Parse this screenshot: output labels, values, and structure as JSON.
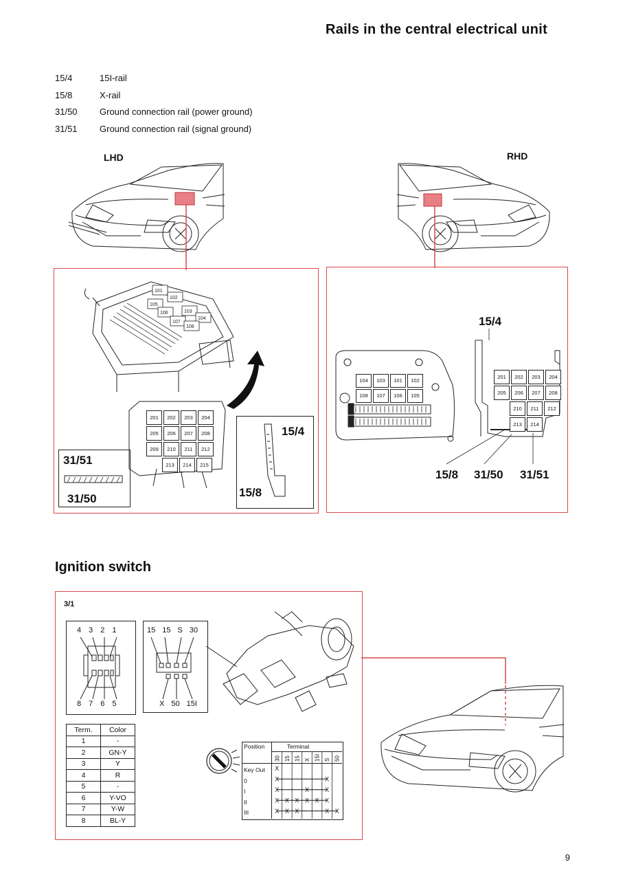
{
  "page": {
    "title": "Rails in the central electrical unit",
    "page_number": "9"
  },
  "legend": [
    {
      "code": "15/4",
      "desc": "15I-rail"
    },
    {
      "code": "15/8",
      "desc": "X-rail"
    },
    {
      "code": "31/50",
      "desc": "Ground connection rail (power ground)"
    },
    {
      "code": "31/51",
      "desc": "Ground connection rail (signal ground)"
    }
  ],
  "lhd": {
    "heading": "LHD",
    "relays_top": [
      "101",
      "102",
      "103",
      "104",
      "105",
      "106",
      "107",
      "108"
    ],
    "fuse_rows": [
      [
        "201",
        "202",
        "203",
        "204"
      ],
      [
        "205",
        "206",
        "207",
        "208"
      ],
      [
        "209",
        "210",
        "211",
        "212"
      ],
      [
        "213",
        "214",
        "215"
      ]
    ],
    "labels": {
      "rail_15_4": "15/4",
      "rail_15_8": "15/8",
      "rail_31_51": "31/51",
      "rail_31_50": "31/50"
    }
  },
  "rhd": {
    "heading": "RHD",
    "relay_rows": [
      [
        "104",
        "103",
        "101",
        "102"
      ],
      [
        "108",
        "107",
        "106",
        "105"
      ]
    ],
    "fuse_rows": [
      [
        "201",
        "202",
        "203",
        "204"
      ],
      [
        "205",
        "206",
        "207",
        "208"
      ],
      [
        "210",
        "211",
        "212"
      ],
      [
        "213",
        "214"
      ]
    ],
    "labels": {
      "rail_15_4": "15/4",
      "rail_15_8": "15/8",
      "rail_31_50": "31/50",
      "rail_31_51": "31/51"
    }
  },
  "ignition": {
    "heading": "Ignition switch",
    "component_id": "3/1",
    "connector_a": {
      "top_pins": [
        "4",
        "3",
        "2",
        "1"
      ],
      "bottom_pins": [
        "8",
        "7",
        "6",
        "5"
      ]
    },
    "connector_b": {
      "top_pins": [
        "15",
        "15",
        "S",
        "30"
      ],
      "bottom_pins": [
        "X",
        "50",
        "15I"
      ]
    },
    "term_table": {
      "headers": [
        "Term.",
        "Color"
      ],
      "rows": [
        [
          "1",
          "-"
        ],
        [
          "2",
          "GN-Y"
        ],
        [
          "3",
          "Y"
        ],
        [
          "4",
          "R"
        ],
        [
          "5",
          "-"
        ],
        [
          "6",
          "Y-VO"
        ],
        [
          "7",
          "Y-W"
        ],
        [
          "8",
          "BL-Y"
        ]
      ]
    },
    "position_table": {
      "header_position": "Position",
      "header_terminal": "Terminal",
      "terminals": [
        "30",
        "15",
        "15",
        "X",
        "15I",
        "S",
        "50"
      ],
      "rows": [
        {
          "position": "Key Out",
          "marks": [
            1,
            0,
            0,
            0,
            0,
            0,
            0
          ]
        },
        {
          "position": "0",
          "marks": [
            1,
            0,
            0,
            0,
            0,
            1,
            0
          ]
        },
        {
          "position": "I",
          "marks": [
            1,
            0,
            0,
            1,
            0,
            1,
            0
          ]
        },
        {
          "position": "II",
          "marks": [
            1,
            1,
            1,
            1,
            1,
            1,
            0
          ]
        },
        {
          "position": "III",
          "marks": [
            1,
            1,
            1,
            0,
            0,
            1,
            1
          ]
        }
      ],
      "mark_symbol": "X"
    }
  },
  "colors": {
    "frame": "#d9484b",
    "highlight": "#e87f87",
    "ink": "#111111"
  }
}
